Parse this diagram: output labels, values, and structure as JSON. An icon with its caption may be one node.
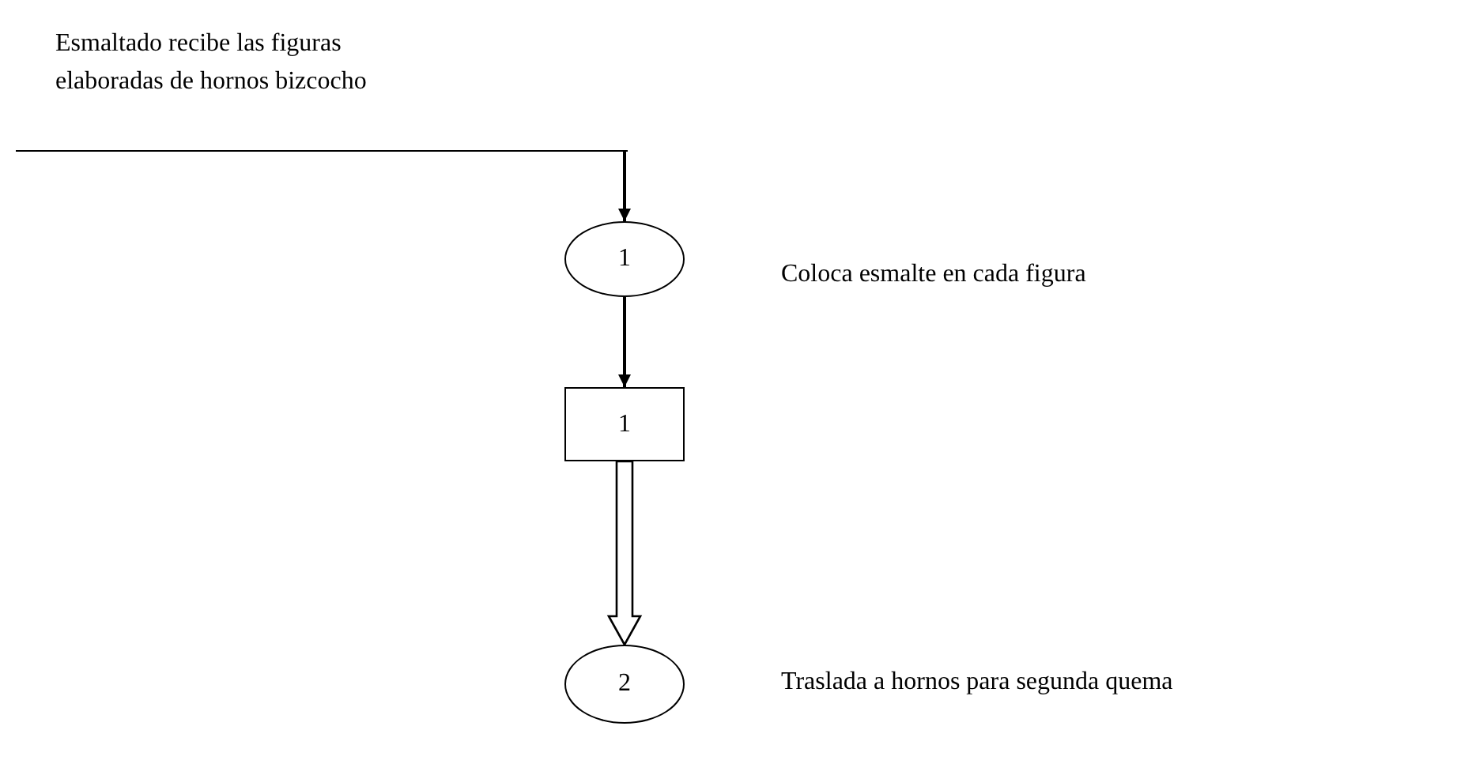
{
  "diagram": {
    "nodes": [
      {
        "text": [
          "Esmaltado recibe las figuras elaboradas de hornos bizcocho"
        ]
      },
      {
        "text": [
          "1"
        ],
        "beside": [
          "Coloca esmalte en cada figura"
        ]
      },
      {
        "text": [
          "1"
        ]
      },
      {
        "text": [
          "2"
        ],
        "beside": [
          "Traslada a hornos para segunda quema"
        ]
      }
    ],
    "edges": [
      {
        "from": 0,
        "to": 1,
        "arrow": "to"
      },
      {
        "from": 1,
        "to": 2,
        "arrow": "to"
      },
      {
        "from": 2,
        "to": 3,
        "arrow": "to",
        "style": "thick"
      }
    ]
  }
}
